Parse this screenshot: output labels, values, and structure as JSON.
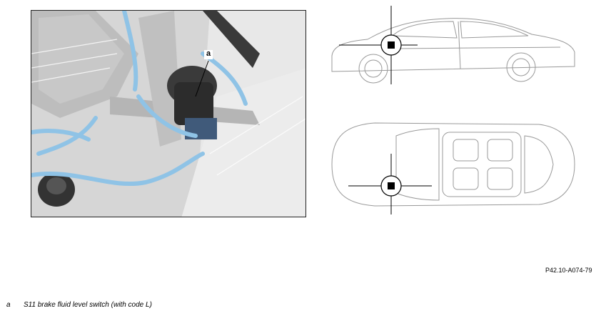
{
  "photo": {
    "callout_label": "a"
  },
  "figure_reference": "P42.10-A074-79",
  "legend": [
    {
      "key": "a",
      "text": "S11 brake fluid level switch (with code L)"
    }
  ],
  "colors": {
    "highlight_blue": "#8fc3e6",
    "line_gray": "#999999"
  }
}
